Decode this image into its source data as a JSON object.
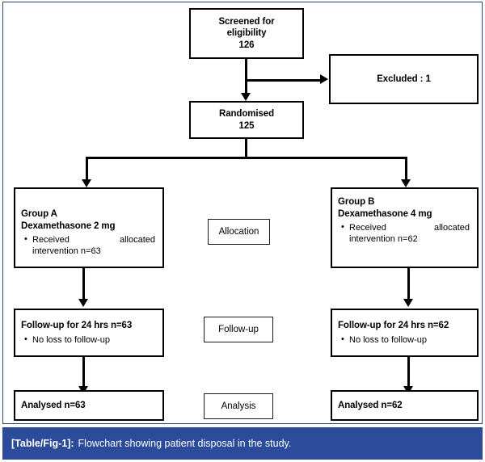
{
  "figure": {
    "caption_tag": "[Table/Fig-1]:",
    "caption_text": "Flowchart showing patient disposal in the study.",
    "caption_bar_color": "#2c4b9b",
    "frame_color": "#2f4a72",
    "line_color": "#000000",
    "background": "#ffffff"
  },
  "chart_data": {
    "type": "diagram",
    "diagram_kind": "CONSORT participant flow chart",
    "title": "Flowchart showing patient disposal in the study.",
    "nodes": [
      {
        "id": "screened",
        "label": "Screened for eligibility",
        "line1": "Screened for",
        "line2": "eligibility",
        "value": "126",
        "n": 126
      },
      {
        "id": "excluded",
        "label": "Excluded : 1",
        "n": 1
      },
      {
        "id": "randomised",
        "label": "Randomised",
        "value": "125",
        "n": 125
      },
      {
        "id": "group_a",
        "title_line1": "Group A",
        "title_line2": "Dexamethasone 2 mg",
        "bullet_a": "Received",
        "bullet_b": "allocated",
        "bullet_c": "intervention  n=63",
        "n": 63
      },
      {
        "id": "group_b",
        "title_line1": "Group B",
        "title_line2": "Dexamethasone 4 mg",
        "bullet_a": "Received",
        "bullet_b": "allocated",
        "bullet_c": "intervention  n=62",
        "n": 62
      },
      {
        "id": "followup_a",
        "title": "Follow-up for 24 hrs  n=63",
        "bullet": "No loss to follow-up",
        "n": 63
      },
      {
        "id": "followup_b",
        "title": "Follow-up for 24 hrs  n=62",
        "bullet": "No loss to follow-up",
        "n": 62
      },
      {
        "id": "analysed_a",
        "title": "Analysed   n=63",
        "n": 63
      },
      {
        "id": "analysed_b",
        "title": "Analysed    n=62",
        "n": 62
      }
    ],
    "stage_labels": [
      "Allocation",
      "Follow-up",
      "Analysis"
    ],
    "edges": [
      {
        "from": "screened",
        "to": "randomised"
      },
      {
        "from": "screened",
        "to": "excluded"
      },
      {
        "from": "randomised",
        "to": "group_a"
      },
      {
        "from": "randomised",
        "to": "group_b"
      },
      {
        "from": "group_a",
        "to": "followup_a"
      },
      {
        "from": "group_b",
        "to": "followup_b"
      },
      {
        "from": "followup_a",
        "to": "analysed_a"
      },
      {
        "from": "followup_b",
        "to": "analysed_b"
      }
    ]
  },
  "flow": {
    "screened": {
      "line1": "Screened for",
      "line2": "eligibility",
      "count": "126"
    },
    "excluded": {
      "label": "Excluded : 1"
    },
    "randomised": {
      "line1": "Randomised",
      "count": "125"
    },
    "group_a": {
      "line1": "Group A",
      "line2": "Dexamethasone 2 mg",
      "bullet_left": "Received",
      "bullet_right": "allocated",
      "bullet_second": "intervention  n=63"
    },
    "group_b": {
      "line1": "Group B",
      "line2": "Dexamethasone 4 mg",
      "bullet_left": "Received",
      "bullet_right": "allocated",
      "bullet_second": "intervention  n=62"
    },
    "followup_a": {
      "title": "Follow-up for 24 hrs  n=63",
      "bullet": "No loss to follow-up"
    },
    "followup_b": {
      "title": "Follow-up for 24 hrs  n=62",
      "bullet": "No loss to follow-up"
    },
    "analysed_a": {
      "title": "Analysed   n=63"
    },
    "analysed_b": {
      "title": "Analysed    n=62"
    },
    "stages": {
      "allocation": "Allocation",
      "followup": "Follow-up",
      "analysis": "Analysis"
    }
  }
}
